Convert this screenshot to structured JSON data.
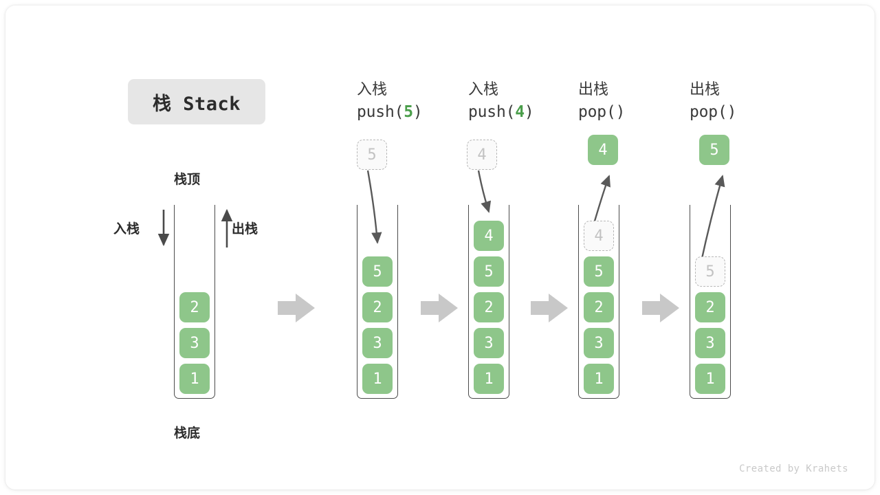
{
  "title": {
    "badge_label": "栈 Stack"
  },
  "labels": {
    "top": "栈顶",
    "bottom": "栈底",
    "push_side": "入栈",
    "pop_side": "出栈"
  },
  "footer": {
    "credit": "Created by Krahets"
  },
  "colors": {
    "cell_green": "#8ec68a",
    "cell_text": "#ffffff",
    "ghost_fill": "#fafafa",
    "ghost_border": "#b8b8b8",
    "ghost_text": "#c2c2c2",
    "tube_border": "#4a4a4a",
    "arrow_gray": "#595959",
    "step_arrow": "#c8c8c8",
    "badge_bg": "#e6e6e6",
    "accent_green_text": "#4a9e4a",
    "footer_text": "#c9c9c9"
  },
  "columns": [
    {
      "id": "initial",
      "header_cn": "",
      "header_code": "",
      "header_code_arg": "",
      "cells": [
        "2",
        "3",
        "1"
      ],
      "ghost_in_stack": null,
      "floating_ghost": null,
      "floating_solid": null
    },
    {
      "id": "push-5",
      "header_cn": "入栈",
      "header_code_prefix": "push(",
      "header_code_arg": "5",
      "header_code_suffix": ")",
      "cells": [
        "5",
        "2",
        "3",
        "1"
      ],
      "ghost_in_stack": null,
      "floating_ghost": "5",
      "floating_solid": null
    },
    {
      "id": "push-4",
      "header_cn": "入栈",
      "header_code_prefix": "push(",
      "header_code_arg": "4",
      "header_code_suffix": ")",
      "cells": [
        "4",
        "5",
        "2",
        "3",
        "1"
      ],
      "ghost_in_stack": null,
      "floating_ghost": "4",
      "floating_solid": null
    },
    {
      "id": "pop-4",
      "header_cn": "出栈",
      "header_code_prefix": "pop(",
      "header_code_arg": "",
      "header_code_suffix": ")",
      "cells": [
        "5",
        "2",
        "3",
        "1"
      ],
      "ghost_in_stack": "4",
      "floating_ghost": null,
      "floating_solid": "4"
    },
    {
      "id": "pop-5",
      "header_cn": "出栈",
      "header_code_prefix": "pop(",
      "header_code_arg": "",
      "header_code_suffix": ")",
      "cells": [
        "2",
        "3",
        "1"
      ],
      "ghost_in_stack": "5",
      "floating_ghost": null,
      "floating_solid": "5"
    }
  ],
  "step_arrows_count": 4
}
